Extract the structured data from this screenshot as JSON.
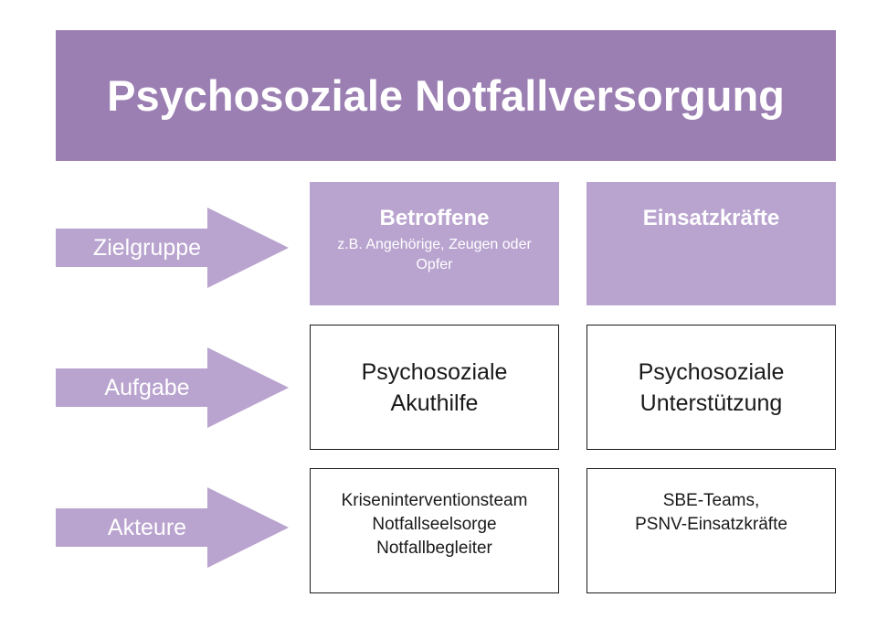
{
  "title": "Psychosoziale Notfallversorgung",
  "colors": {
    "header": "#9b7fb2",
    "arrow": "#b9a3cf",
    "target_box": "#b9a3cf",
    "outline": "#1a1a1a"
  },
  "rows": {
    "zielgruppe": "Zielgruppe",
    "aufgabe": "Aufgabe",
    "akteure": "Akteure"
  },
  "columns": {
    "betroffene": {
      "zielgruppe_title": "Betroffene",
      "zielgruppe_sub": "z.B. Angehörige, Zeugen oder Opfer",
      "aufgabe_line1": "Psychosoziale",
      "aufgabe_line2": "Akuthilfe",
      "akteure_line1": "Kriseninterventionsteam",
      "akteure_line2": "Notfallseelsorge",
      "akteure_line3": "Notfallbegleiter"
    },
    "einsatzkraefte": {
      "zielgruppe_title": "Einsatzkräfte",
      "aufgabe_line1": "Psychosoziale",
      "aufgabe_line2": "Unterstützung",
      "akteure_line1": "SBE-Teams,",
      "akteure_line2": "PSNV-Einsatzkräfte"
    }
  }
}
